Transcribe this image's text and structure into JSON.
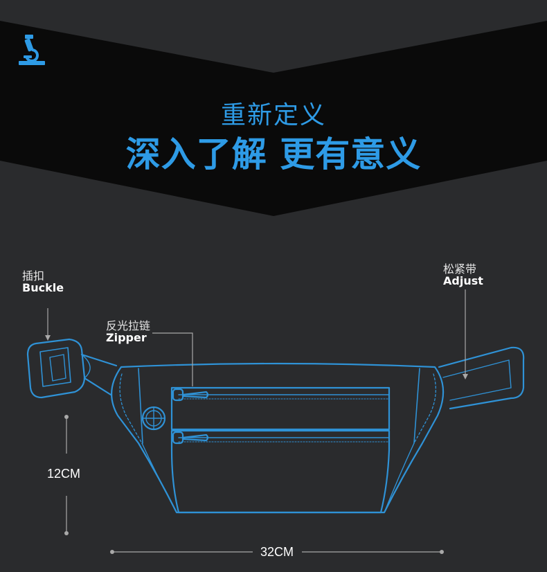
{
  "header": {
    "subtitle": "重新定义",
    "title": "深入了解 更有意义"
  },
  "labels": {
    "buckle_cn": "插扣",
    "buckle_en": "Buckle",
    "zipper_cn": "反光拉链",
    "zipper_en": "Zipper",
    "adjust_cn": "松紧带",
    "adjust_en": "Adjust"
  },
  "dimensions": {
    "height": "12CM",
    "width": "32CM"
  },
  "colors": {
    "accent": "#2e9be6",
    "background": "#2a2b2d",
    "band": "#0a0a0a"
  },
  "logo": {
    "icon": "microscope-icon"
  }
}
